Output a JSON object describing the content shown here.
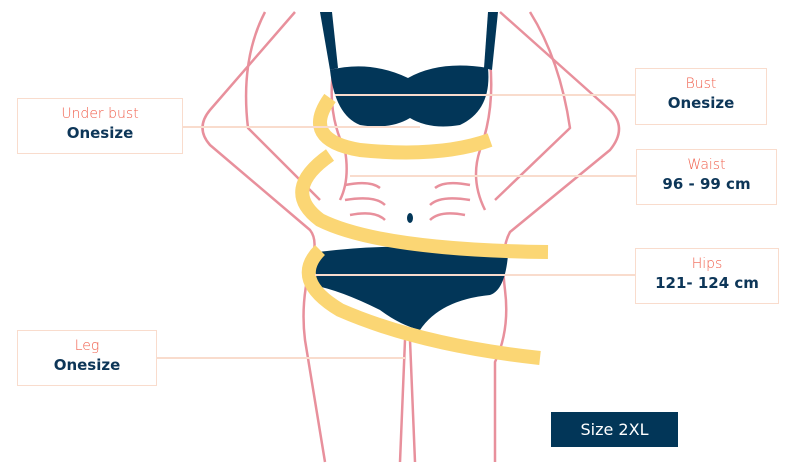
{
  "measurements": {
    "under_bust": {
      "label": "Under bust",
      "value": "Onesize"
    },
    "bust": {
      "label": "Bust",
      "value": "Onesize"
    },
    "waist": {
      "label": "Waist",
      "value": "96 - 99 cm"
    },
    "hips": {
      "label": "Hips",
      "value": "121- 124 cm"
    },
    "leg": {
      "label": "Leg",
      "value": "Onesize"
    }
  },
  "size_label": "Size 2XL",
  "colors": {
    "outline": "#e8909c",
    "navy": "#023658",
    "tape": "#fbd674",
    "accent": "#f0604d",
    "line": "#f9dccd"
  }
}
